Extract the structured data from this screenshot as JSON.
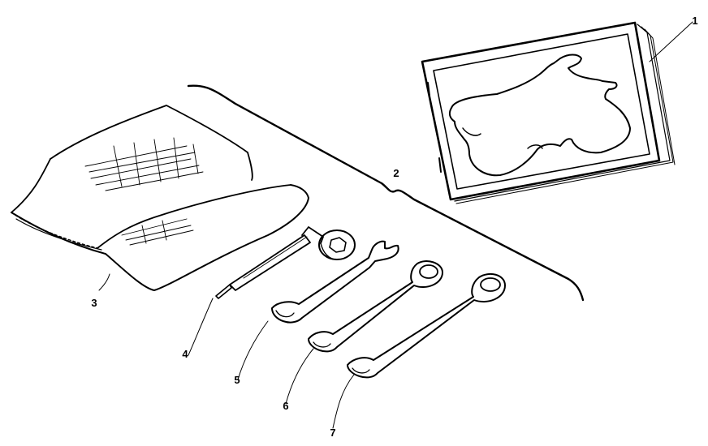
{
  "diagram": {
    "callouts": [
      {
        "id": "owners-manual",
        "label": "1"
      },
      {
        "id": "tool-kit-bracket",
        "label": "2"
      },
      {
        "id": "tool-bag",
        "label": "3"
      },
      {
        "id": "screwdriver-socket-wrench",
        "label": "4"
      },
      {
        "id": "wrench-a",
        "label": "5"
      },
      {
        "id": "wrench-b",
        "label": "6"
      },
      {
        "id": "wrench-c",
        "label": "7"
      }
    ],
    "colors": {
      "ink": "#000000",
      "paper": "#ffffff"
    }
  }
}
